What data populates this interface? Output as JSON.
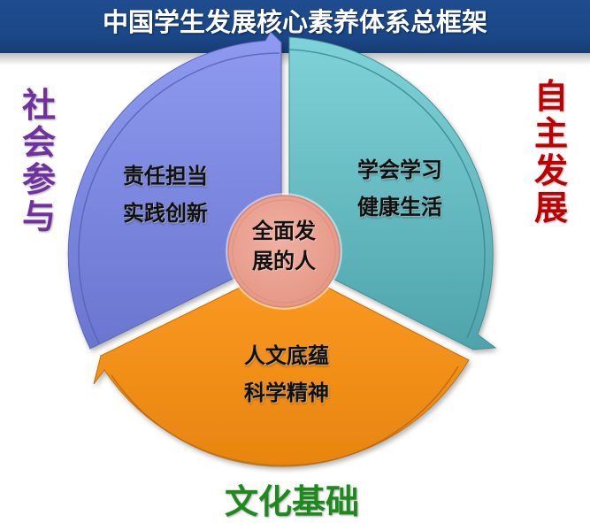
{
  "header": {
    "title": "中国学生发展核心素养体系总框架",
    "background_color": "#1e4c8e"
  },
  "center": {
    "label_line1": "全面发",
    "label_line2": "展的人",
    "color": "#eaa394"
  },
  "segments": [
    {
      "id": "social-participation",
      "side_label": "社会参与",
      "side_label_color": "#7030a0",
      "items": [
        "责任担当",
        "实践创新"
      ],
      "color": "#8590e6"
    },
    {
      "id": "self-development",
      "side_label": "自主发展",
      "side_label_color": "#c00000",
      "items": [
        "学会学习",
        "健康生活"
      ],
      "color": "#6cc3c9"
    },
    {
      "id": "cultural-foundation",
      "side_label": "文化基础",
      "side_label_color": "#1e8a1e",
      "items": [
        "人文底蕴",
        "科学精神"
      ],
      "color": "#f7941d"
    }
  ]
}
